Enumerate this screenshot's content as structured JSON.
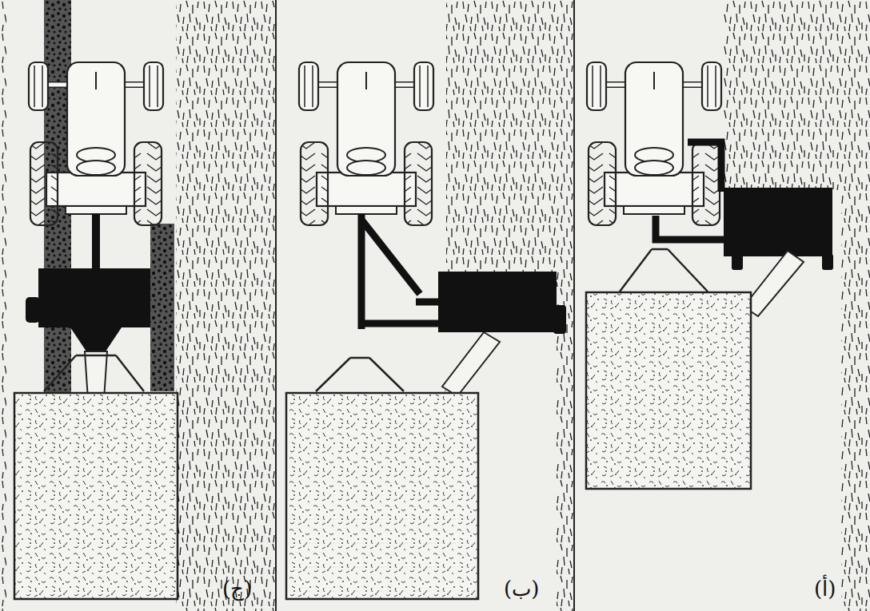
{
  "diagram": {
    "labels": [
      "(أ)",
      "(ب)",
      "(ج)"
    ]
  }
}
